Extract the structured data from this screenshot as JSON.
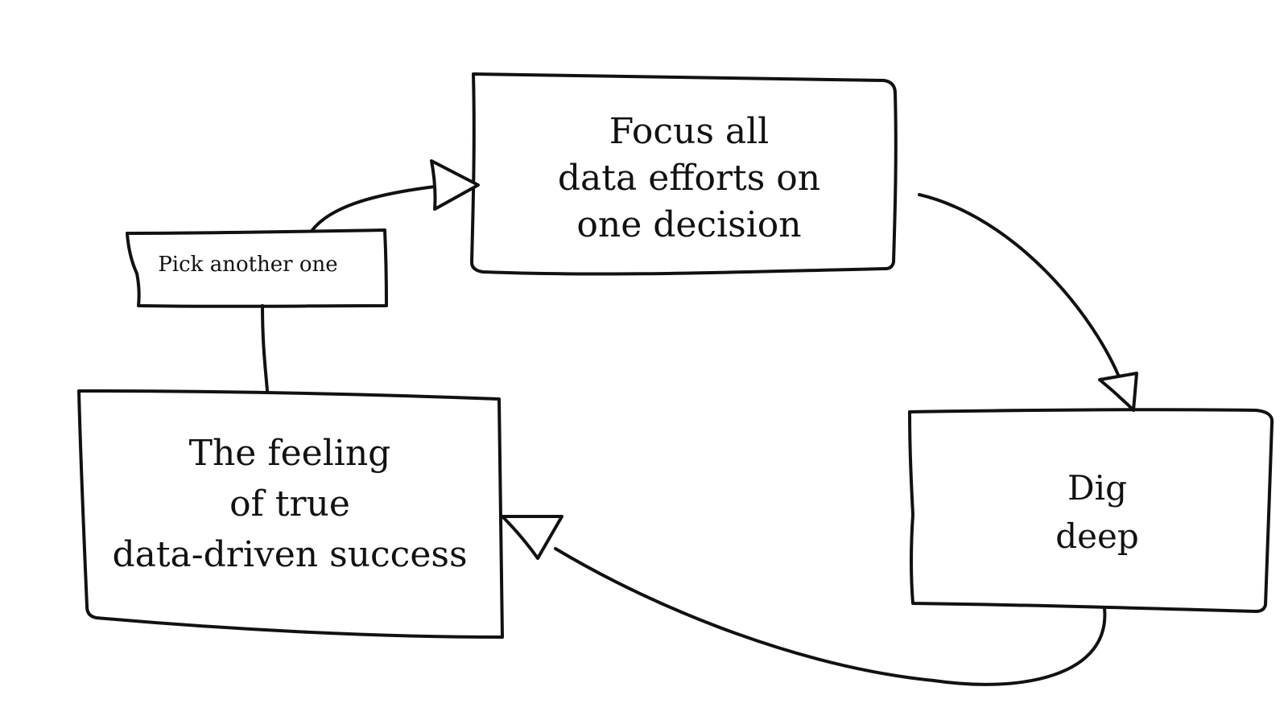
{
  "diagram": {
    "nodes": {
      "focus": {
        "lines": [
          "Focus all",
          "data efforts on",
          "one decision"
        ]
      },
      "dig": {
        "lines": [
          "Dig",
          "deep"
        ]
      },
      "feeling": {
        "lines": [
          "The feeling",
          "of true",
          "data-driven success"
        ]
      },
      "pick": {
        "label": "Pick another one"
      }
    },
    "colors": {
      "ink": "#111111",
      "background": "#ffffff"
    }
  }
}
